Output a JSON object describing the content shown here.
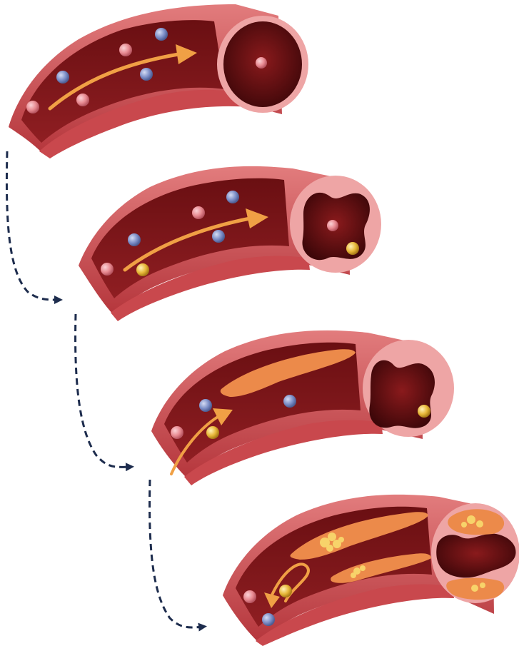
{
  "diagram": {
    "stages": [
      {
        "lumen": "open",
        "plaque": "none"
      },
      {
        "lumen": "narrowing",
        "plaque": "none"
      },
      {
        "lumen": "narrowed",
        "plaque": "fatty-streak"
      },
      {
        "lumen": "severely-narrowed",
        "plaque": "calcified"
      }
    ],
    "connectors": [
      {
        "style": "dashed",
        "direction": "right"
      },
      {
        "style": "dashed",
        "direction": "right"
      },
      {
        "style": "dashed",
        "direction": "right"
      }
    ],
    "colors": {
      "vessel_wall": "#c9484d",
      "vessel_wall_light": "#e07b7c",
      "vessel_inner": "#7d1316",
      "vessel_lumen_dark": "#4e0a0d",
      "cross_section_ring": "#eea5a5",
      "flow_arrow": "#f0a045",
      "plaque": "#ec8a4a",
      "calcium": "#f7d36a",
      "red_cell": "#e88b92",
      "blue_cell": "#7d8fc8",
      "yellow_cell": "#e8b83a",
      "connector": "#1d2c4d"
    }
  }
}
